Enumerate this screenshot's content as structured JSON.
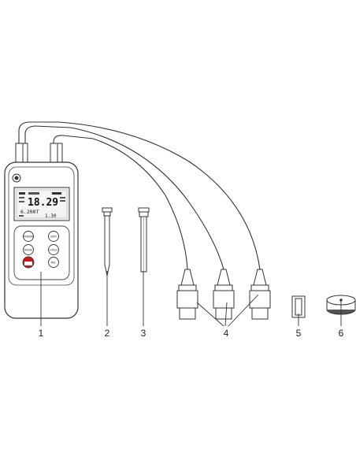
{
  "figure": {
    "callouts": [
      "1",
      "2",
      "3",
      "4",
      "5",
      "6"
    ]
  },
  "device": {
    "lcd": {
      "main_reading": "18.29",
      "secondary_reading": "6.200T",
      "tertiary_reading": "1.30"
    },
    "keys": [
      "POWER",
      "UNIT",
      "MODE",
      "HOLD",
      "",
      "REL"
    ]
  }
}
